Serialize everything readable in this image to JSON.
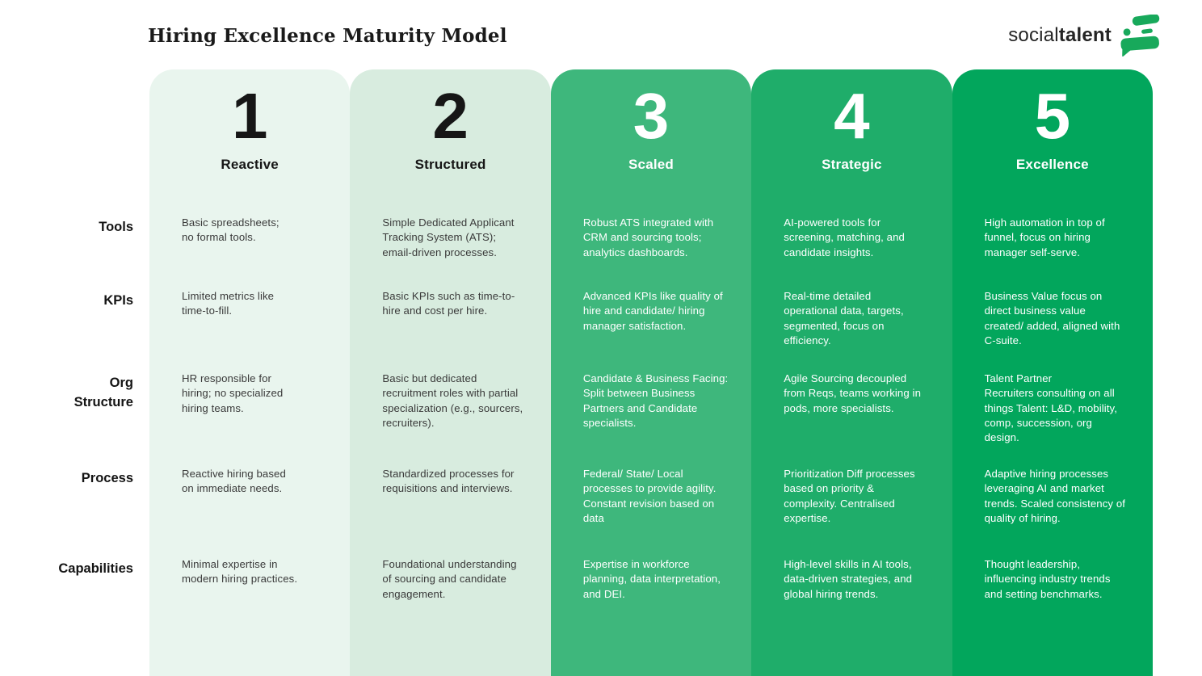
{
  "page": {
    "background": "#FFFFFF",
    "title": "Hiring Excellence Maturity Model"
  },
  "brand": {
    "name_regular": "social",
    "name_bold": "talent",
    "icon": "speech-bubble-face-icon",
    "icon_color": "#18A95B",
    "text_color": "#242424"
  },
  "row_labels": {
    "tools": "Tools",
    "kpis": "KPIs",
    "org": "Org\nStructure",
    "process": "Process",
    "capabilities": "Capabilities"
  },
  "columns": [
    {
      "number": "1",
      "name": "Reactive",
      "bg": "#E9F5EE",
      "heading_color": "#161616",
      "text_color": "#3A3A3A",
      "cells": {
        "tools": "Basic spreadsheets;\nno formal tools.",
        "kpis": "Limited metrics like\ntime-to-fill.",
        "org": "HR responsible for\nhiring; no specialized\nhiring teams.",
        "process": "Reactive hiring based\non immediate needs.",
        "capabilities": "Minimal expertise in\nmodern hiring practices."
      }
    },
    {
      "number": "2",
      "name": "Structured",
      "bg": "#D8ECDF",
      "heading_color": "#161616",
      "text_color": "#3A3A3A",
      "cells": {
        "tools": "Simple Dedicated Applicant\nTracking System (ATS);\nemail-driven processes.",
        "kpis": "Basic KPIs such as time-to-\nhire and cost per hire.",
        "org": "Basic but dedicated\nrecruitment roles with partial\nspecialization (e.g., sourcers,\nrecruiters).",
        "process": "Standardized processes for\nrequisitions and interviews.",
        "capabilities": "Foundational understanding\nof sourcing and candidate\nengagement."
      }
    },
    {
      "number": "3",
      "name": "Scaled",
      "bg": "#3EB77C",
      "heading_color": "#FFFFFF",
      "text_color": "#FFFFFF",
      "cells": {
        "tools": "Robust ATS integrated with\nCRM and sourcing tools;\nanalytics dashboards.",
        "kpis": "Advanced KPIs like quality of\nhire and candidate/ hiring\nmanager satisfaction.",
        "org": "Candidate & Business Facing:\nSplit between Business\nPartners and Candidate\nspecialists.",
        "process": "Federal/ State/ Local\nprocesses to provide agility.\nConstant revision based on\ndata",
        "capabilities": "Expertise in workforce\nplanning, data interpretation,\nand DEI."
      }
    },
    {
      "number": "4",
      "name": "Strategic",
      "bg": "#1FAD6A",
      "heading_color": "#FFFFFF",
      "text_color": "#FFFFFF",
      "cells": {
        "tools": "AI-powered tools for\nscreening, matching, and\ncandidate insights.",
        "kpis": "Real-time detailed\noperational data, targets,\nsegmented, focus on\nefficiency.",
        "org": "Agile Sourcing decoupled\nfrom Reqs, teams working in\npods, more specialists.",
        "process": "Prioritization Diff processes\nbased on priority &\ncomplexity. Centralised\nexpertise.",
        "capabilities": "High-level skills in AI tools,\ndata-driven strategies, and\nglobal hiring trends."
      }
    },
    {
      "number": "5",
      "name": "Excellence",
      "bg": "#02A65C",
      "heading_color": "#FFFFFF",
      "text_color": "#FFFFFF",
      "cells": {
        "tools": "High automation in top of\nfunnel, focus on hiring\nmanager self-serve.",
        "kpis": "Business Value focus on\ndirect business value\ncreated/ added, aligned with\nC-suite.",
        "org": "Talent Partner\nRecruiters consulting on all\nthings Talent: L&D, mobility,\ncomp, succession, org\ndesign.",
        "process": "Adaptive hiring processes\nleveraging AI and market\ntrends. Scaled consistency of\nquality of hiring.",
        "capabilities": "Thought leadership,\ninfluencing industry trends\nand setting benchmarks."
      }
    }
  ]
}
